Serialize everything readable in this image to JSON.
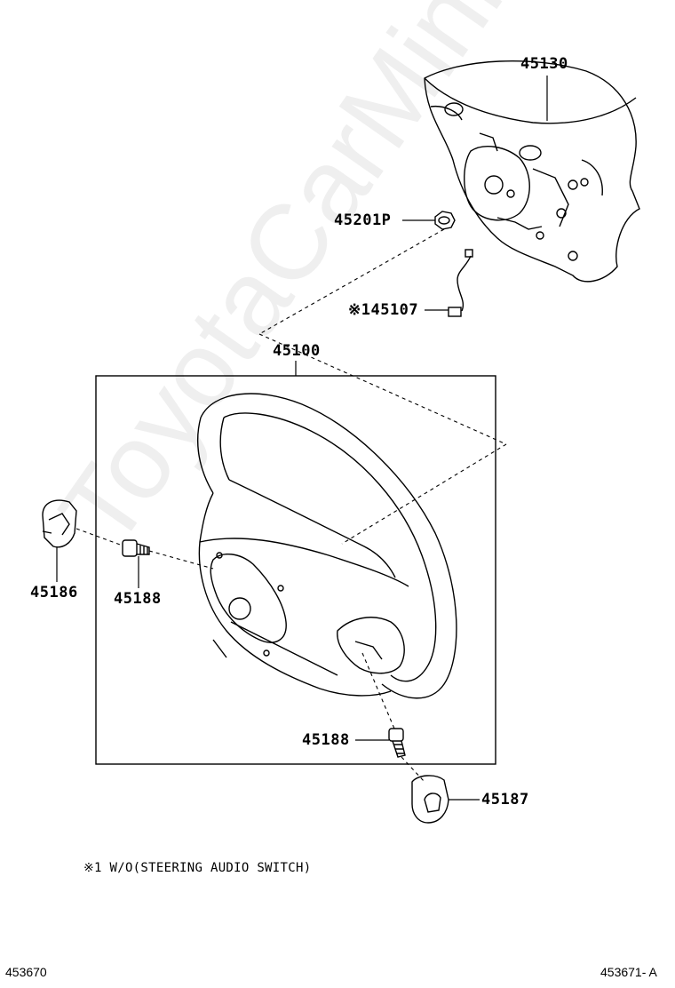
{
  "parts": {
    "p45130": "45130",
    "p45201p": "45201P",
    "p145107": "※145107",
    "p45100": "45100",
    "p45186": "45186",
    "p45188_left": "45188",
    "p45188_bottom": "45188",
    "p45187": "45187"
  },
  "footnote": "※1 W/O(STEERING AUDIO SWITCH)",
  "footer": {
    "left_id": "453670",
    "right_id": "453671- A"
  },
  "watermark": "ToyotaCarMini.ru"
}
